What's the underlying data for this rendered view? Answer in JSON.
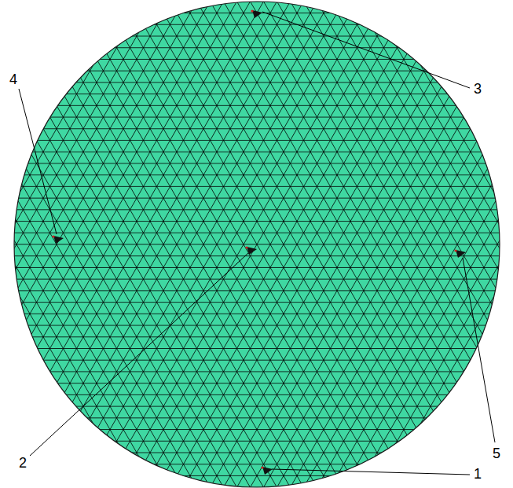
{
  "diagram": {
    "labels": [
      "4",
      "3",
      "5",
      "2",
      "1"
    ]
  }
}
